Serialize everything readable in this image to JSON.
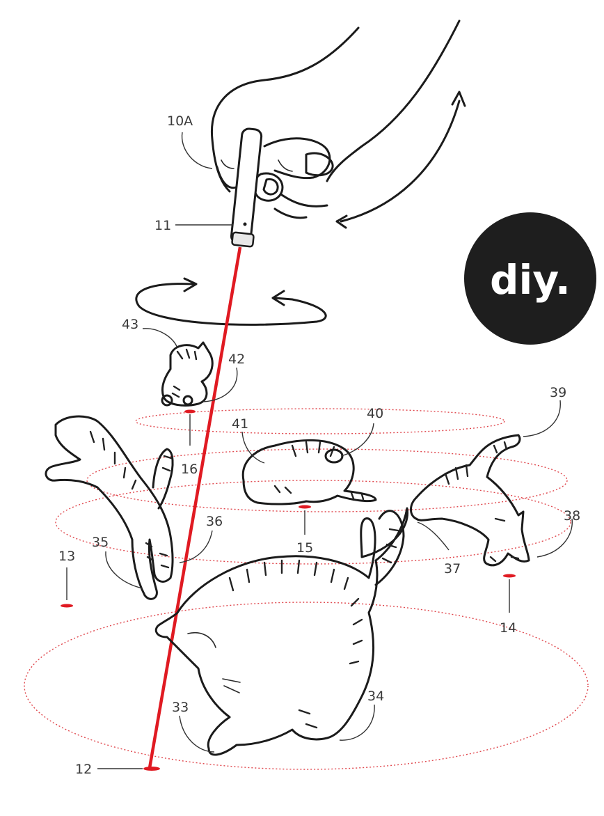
{
  "colors": {
    "laser": "#e01a22",
    "ink": "#1b1b1b",
    "badge_bg": "#1e1e1e",
    "badge_text": "#ffffff",
    "orbit": "#e0474d"
  },
  "badge": {
    "text": "diy."
  },
  "labels": {
    "pointer": "10A",
    "pointer_tip": "11",
    "spot_main": "12",
    "spot_left": "13",
    "spot_right": "14",
    "spot_center": "15",
    "spot_upper": "16",
    "cat_main_front_paw": "33",
    "cat_main_rear_paw": "34",
    "cat_jump_paw_a": "35",
    "cat_jump_paw_b": "36",
    "cat_right_front_paw": "37",
    "cat_right_rear_paw": "38",
    "cat_right_tail": "39",
    "cat_lying_paw": "40",
    "cat_lying_head": "41",
    "cat_small_paw": "42",
    "cat_small_head": "43"
  },
  "icons": [
    "hand-holding-pointer-icon",
    "rotation-arrow-icon",
    "cat-icon",
    "laser-spot-icon"
  ]
}
